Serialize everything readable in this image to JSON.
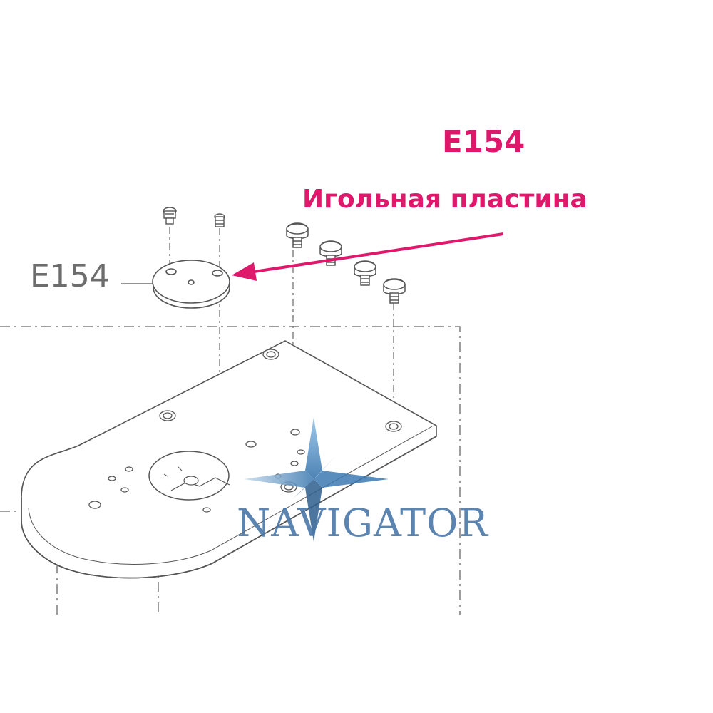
{
  "callout": {
    "part_code": "E154",
    "part_name": "Игольная пластина",
    "color": "#e0186c"
  },
  "diagram": {
    "part_label": "E154",
    "line_color": "#555555"
  },
  "watermark": {
    "text": "NAVIGATOR",
    "color": "#4a78a8",
    "logo": "compass-star-icon"
  }
}
